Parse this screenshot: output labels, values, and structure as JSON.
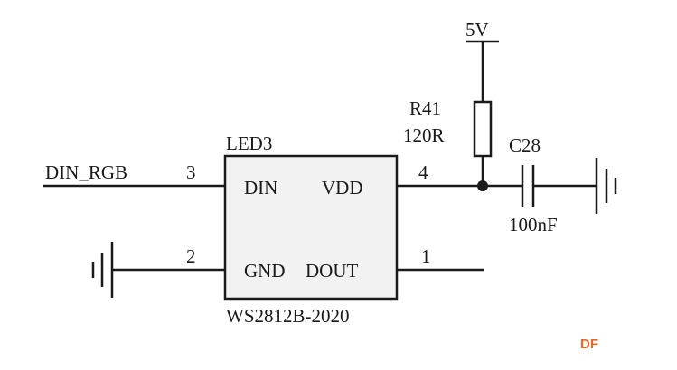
{
  "component": {
    "ref": "LED3",
    "part": "WS2812B-2020",
    "pins": {
      "din": {
        "name": "DIN",
        "number": "3"
      },
      "vdd": {
        "name": "VDD",
        "number": "4"
      },
      "gnd": {
        "name": "GND",
        "number": "2"
      },
      "dout": {
        "name": "DOUT",
        "number": "1"
      }
    }
  },
  "nets": {
    "input": "DIN_RGB",
    "power": "5V"
  },
  "resistor": {
    "ref": "R41",
    "value": "120R"
  },
  "capacitor": {
    "ref": "C28",
    "value": "100nF"
  },
  "watermark": {
    "text": "DF"
  },
  "colors": {
    "ink": "#1a1a1a",
    "chip_fill": "#f2f2f2",
    "watermark": "#e8682a"
  }
}
